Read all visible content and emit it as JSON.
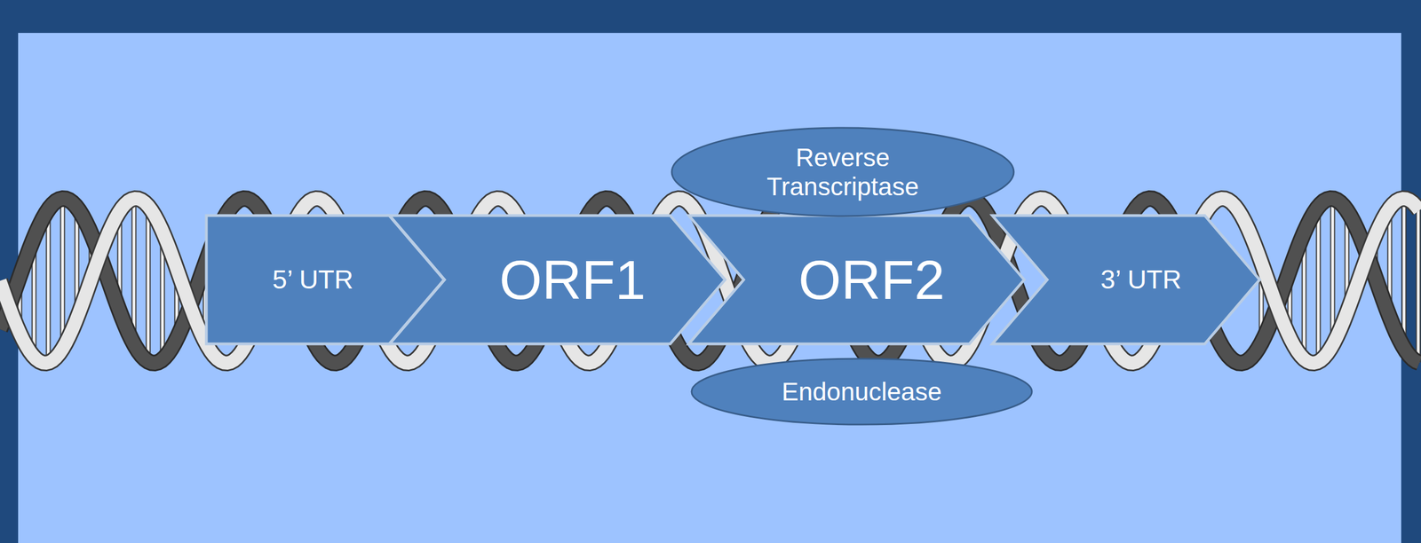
{
  "diagram": {
    "nodes": [
      {
        "text": [
          "5’ UTR"
        ]
      },
      {
        "text": [
          "ORF1"
        ]
      },
      {
        "text": [
          "ORF2"
        ]
      },
      {
        "text": [
          "3’ UTR"
        ]
      },
      {
        "text": [
          "Reverse Transcriptase"
        ]
      },
      {
        "text": [
          "Endonuclease"
        ]
      }
    ]
  }
}
